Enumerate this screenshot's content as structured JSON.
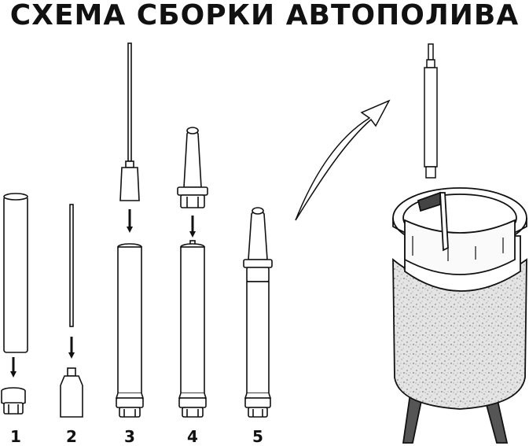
{
  "title": "СХЕМА СБОРКИ АВТОПОЛИВА",
  "steps": [
    {
      "number": "1"
    },
    {
      "number": "2"
    },
    {
      "number": "3"
    },
    {
      "number": "4"
    },
    {
      "number": "5"
    }
  ],
  "colors": {
    "line": "#111111",
    "fill": "#ffffff",
    "tube_shade": "#cfcfcf",
    "pot_texture": "#d9d9d9",
    "legs": "#555555"
  }
}
